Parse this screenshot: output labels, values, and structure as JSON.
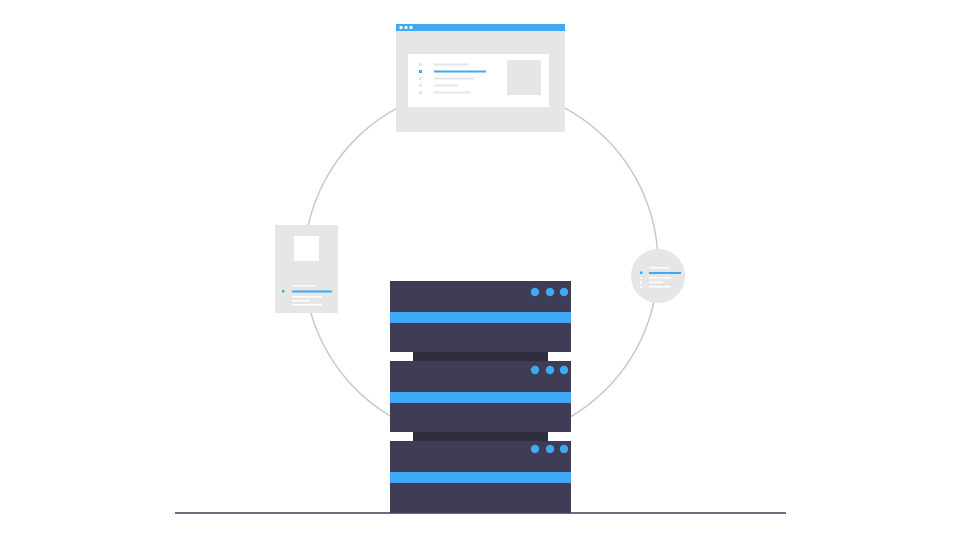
{
  "illustration": {
    "subject": "server-sync-illustration",
    "colors": {
      "background": "#ffffff",
      "server_body": "#3f3d56",
      "server_gap": "#2f2e41",
      "accent_blue": "#3fa9f5",
      "card_gray": "#e6e6e6",
      "card_inner": "#ffffff",
      "placeholder_gray": "#d8d8d8",
      "line_gray": "#d0d0d0",
      "ring_stroke": "#c8c8c8",
      "ground_line": "#3f3d56"
    },
    "icons": [
      "browser-window-icon",
      "document-card-icon",
      "list-bubble-icon",
      "server-rack-icon"
    ],
    "server_units": 3,
    "status_lights_per_unit": 3,
    "browser_list_rows": 5,
    "browser_active_row": 2
  }
}
